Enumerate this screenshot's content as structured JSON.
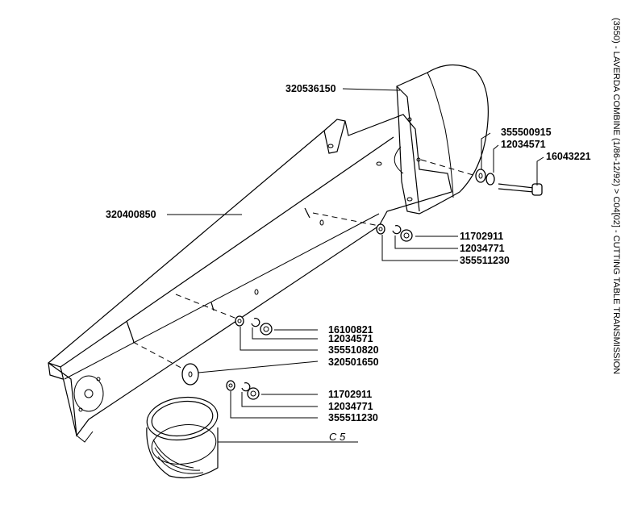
{
  "side_caption": "(3550) - LAVERDA COMBINE (1/86-12/92) > C04[02] - CUTTING TABLE TRANSMISSION",
  "group_label": "C 5",
  "parts": [
    {
      "id": "p1",
      "number": "320536150"
    },
    {
      "id": "p2",
      "number": "355500915"
    },
    {
      "id": "p3",
      "number": "12034571"
    },
    {
      "id": "p4",
      "number": "16043221"
    },
    {
      "id": "p5",
      "number": "320400850"
    },
    {
      "id": "p6",
      "number": "11702911"
    },
    {
      "id": "p7",
      "number": "12034771"
    },
    {
      "id": "p8",
      "number": "355511230"
    },
    {
      "id": "p9",
      "number": "16100821"
    },
    {
      "id": "p10",
      "number": "12034571"
    },
    {
      "id": "p11",
      "number": "355510820"
    },
    {
      "id": "p12",
      "number": "320501650"
    },
    {
      "id": "p13",
      "number": "11702911"
    },
    {
      "id": "p14",
      "number": "12034771"
    },
    {
      "id": "p15",
      "number": "355511230"
    }
  ]
}
